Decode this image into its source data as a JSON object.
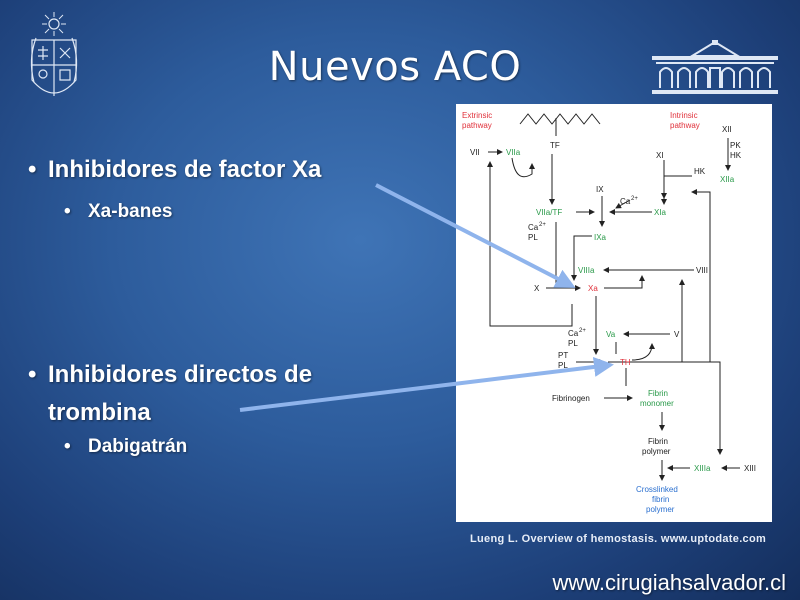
{
  "slide": {
    "title": "Nuevos ACO",
    "bullets": [
      {
        "text": "Inhibidores de factor Xa",
        "sub": "Xa-banes"
      },
      {
        "text": "Inhibidores directos de trombina",
        "sub": "Dabigatrán"
      }
    ],
    "bullet_glyph": "•",
    "caption": "Lueng L. Overview of hemostasis. www.uptodate.com",
    "website": "www.cirugiahsalvador.cl"
  },
  "diagram": {
    "extrinsic": [
      "Extrinsic",
      "pathway"
    ],
    "intrinsic": [
      "Intrinsic",
      "pathway"
    ],
    "VII": "VII",
    "VIIa": "VIIa",
    "TF": "TF",
    "XII": "XII",
    "PK": "PK",
    "HK_right": "HK",
    "XI": "XI",
    "HK": "HK",
    "XIIa": "XIIa",
    "IX": "IX",
    "Ca2_a": "Ca",
    "Ca2_sup": "2+",
    "VIIaTF": "VIIa/TF",
    "XIa": "XIa",
    "Ca2_b": "Ca",
    "PL_b": "PL",
    "IXa": "IXa",
    "VIIIa": "VIIIa",
    "VIII": "VIII",
    "X": "X",
    "Xa": "Xa",
    "Ca2_c": "Ca",
    "PL_c": "PL",
    "Va": "Va",
    "V": "V",
    "PT": "PT",
    "PL_d": "PL",
    "TH": "TH",
    "Fibrinogen": "Fibrinogen",
    "Fibrin_monomer": [
      "Fibrin",
      "monomer"
    ],
    "Fibrin_polymer": [
      "Fibrin",
      "polymer"
    ],
    "XIIIa": "XIIIa",
    "XIII": "XIII",
    "Crosslinked": [
      "Crosslinked",
      "fibrin",
      "polymer"
    ],
    "colors": {
      "red": "#e0303a",
      "green": "#2a9a4a",
      "blue": "#2a6fcf",
      "black": "#222222"
    }
  },
  "colors": {
    "arrow": "#8fb4ec"
  }
}
